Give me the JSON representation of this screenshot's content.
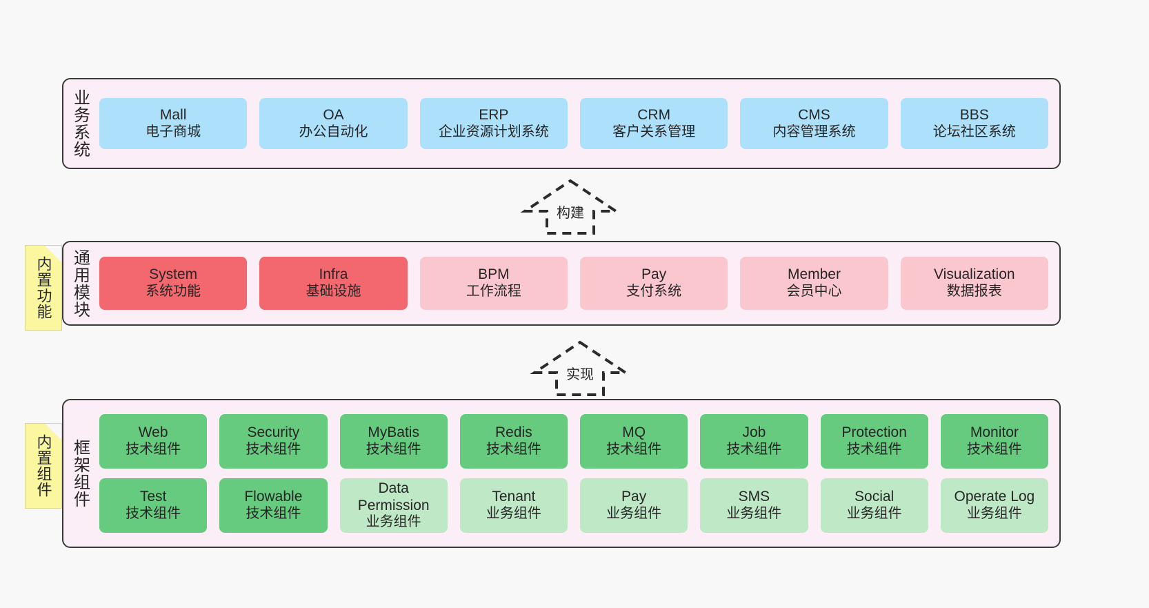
{
  "diagram": {
    "background_color": "#f8f8f8",
    "band_fill": "#fbeef6",
    "band_border": "#3a3a3a",
    "note_fill": "#fbf7a0"
  },
  "layers": [
    {
      "id": "business",
      "title": "业务系统",
      "note": null,
      "rows": [
        {
          "cells": [
            {
              "en": "Mall",
              "cn": "电子商城",
              "color": "#ace0fb"
            },
            {
              "en": "OA",
              "cn": "办公自动化",
              "color": "#ace0fb"
            },
            {
              "en": "ERP",
              "cn": "企业资源计划系统",
              "color": "#ace0fb"
            },
            {
              "en": "CRM",
              "cn": "客户关系管理",
              "color": "#ace0fb"
            },
            {
              "en": "CMS",
              "cn": "内容管理系统",
              "color": "#ace0fb"
            },
            {
              "en": "BBS",
              "cn": "论坛社区系统",
              "color": "#ace0fb"
            }
          ]
        }
      ]
    },
    {
      "id": "common",
      "title": "通用模块",
      "note": "内置功能",
      "rows": [
        {
          "cells": [
            {
              "en": "System",
              "cn": "系统功能",
              "color": "#f2686e"
            },
            {
              "en": "Infra",
              "cn": "基础设施",
              "color": "#f2686e"
            },
            {
              "en": "BPM",
              "cn": "工作流程",
              "color": "#fbc7ce"
            },
            {
              "en": "Pay",
              "cn": "支付系统",
              "color": "#fbc7ce"
            },
            {
              "en": "Member",
              "cn": "会员中心",
              "color": "#fbc7ce"
            },
            {
              "en": "Visualization",
              "cn": "数据报表",
              "color": "#fbc7ce"
            }
          ]
        }
      ]
    },
    {
      "id": "framework",
      "title": "框架组件",
      "note": "内置组件",
      "rows": [
        {
          "cells": [
            {
              "en": "Web",
              "cn": "技术组件",
              "color": "#66cb7e"
            },
            {
              "en": "Security",
              "cn": "技术组件",
              "color": "#66cb7e"
            },
            {
              "en": "MyBatis",
              "cn": "技术组件",
              "color": "#66cb7e"
            },
            {
              "en": "Redis",
              "cn": "技术组件",
              "color": "#66cb7e"
            },
            {
              "en": "MQ",
              "cn": "技术组件",
              "color": "#66cb7e"
            },
            {
              "en": "Job",
              "cn": "技术组件",
              "color": "#66cb7e"
            },
            {
              "en": "Protection",
              "cn": "技术组件",
              "color": "#66cb7e"
            },
            {
              "en": "Monitor",
              "cn": "技术组件",
              "color": "#66cb7e"
            }
          ]
        },
        {
          "cells": [
            {
              "en": "Test",
              "cn": "技术组件",
              "color": "#66cb7e"
            },
            {
              "en": "Flowable",
              "cn": "技术组件",
              "color": "#66cb7e"
            },
            {
              "en": "Data Permission",
              "cn": "业务组件",
              "color": "#bfe8c6"
            },
            {
              "en": "Tenant",
              "cn": "业务组件",
              "color": "#bfe8c6"
            },
            {
              "en": "Pay",
              "cn": "业务组件",
              "color": "#bfe8c6"
            },
            {
              "en": "SMS",
              "cn": "业务组件",
              "color": "#bfe8c6"
            },
            {
              "en": "Social",
              "cn": "业务组件",
              "color": "#bfe8c6"
            },
            {
              "en": "Operate Log",
              "cn": "业务组件",
              "color": "#bfe8c6"
            }
          ]
        }
      ]
    }
  ],
  "connectors": [
    {
      "id": "build",
      "label": "构建",
      "direction": "up",
      "from": "common",
      "to": "business"
    },
    {
      "id": "impl",
      "label": "实现",
      "direction": "up",
      "from": "framework",
      "to": "common"
    }
  ]
}
